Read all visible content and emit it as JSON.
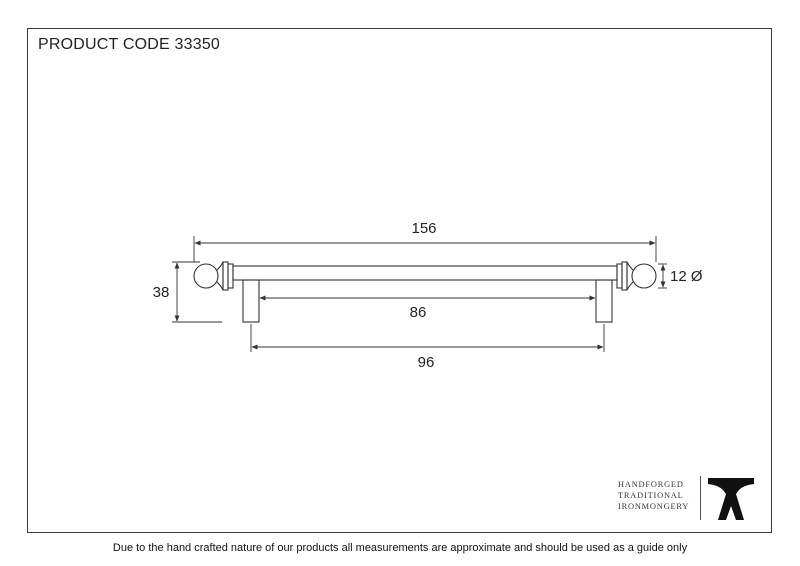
{
  "header": {
    "product_code": "PRODUCT CODE 33350"
  },
  "dimensions": {
    "overall_length": "156",
    "height": "38",
    "diameter": "12 Ø",
    "inner_span": "86",
    "centres": "96"
  },
  "logo": {
    "line1": "HANDFORGED",
    "line2": "TRADITIONAL",
    "line3": "IRONMONGERY",
    "icon": "anvil-icon"
  },
  "footer": {
    "disclaimer": "Due to the hand crafted nature of our products all measurements are approximate and should be used as a guide only"
  },
  "colors": {
    "line": "#3a3a3a",
    "text": "#222222",
    "background": "#ffffff"
  }
}
